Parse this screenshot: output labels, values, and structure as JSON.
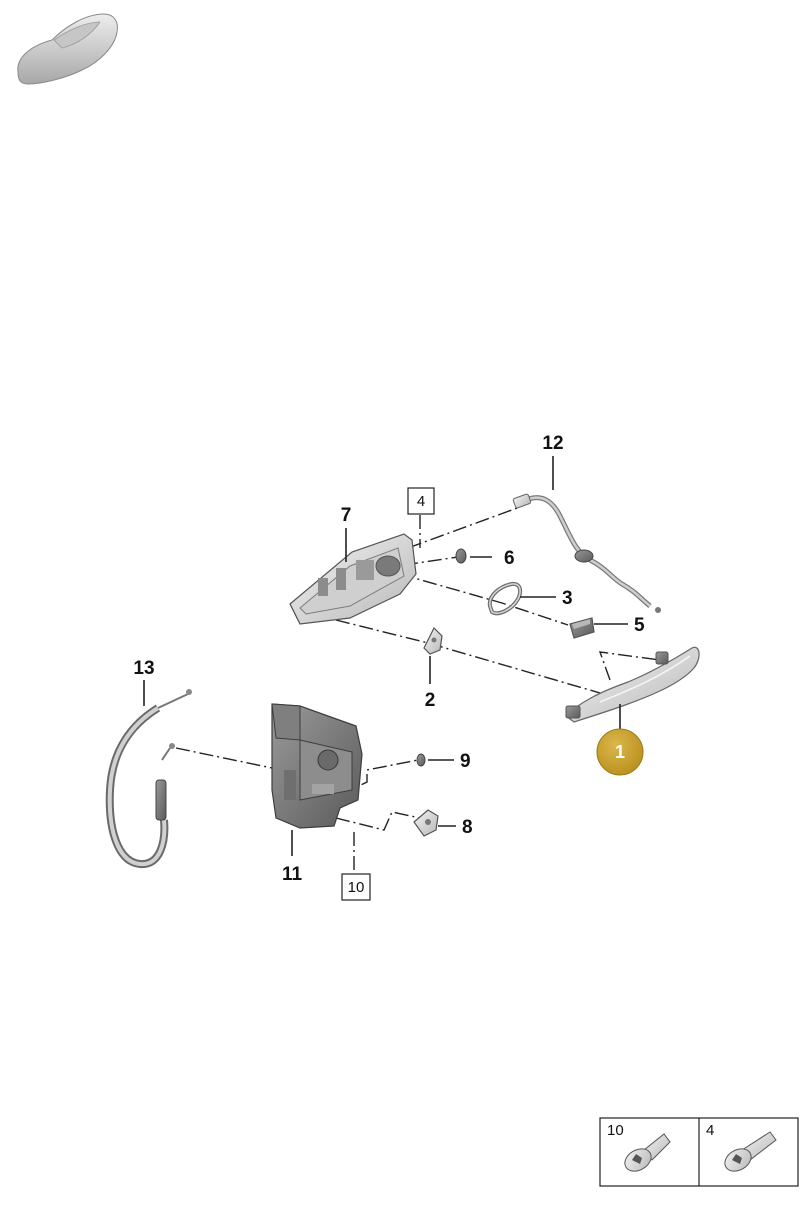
{
  "callouts": {
    "c1": "1",
    "c2": "2",
    "c3": "3",
    "c4": "4",
    "c5": "5",
    "c6": "6",
    "c7": "7",
    "c8": "8",
    "c9": "9",
    "c10": "10",
    "c11": "11",
    "c12": "12",
    "c13": "13"
  },
  "highlight": {
    "number": "1",
    "color": "#C9A227"
  },
  "legend": {
    "left_label": "10",
    "right_label": "4"
  },
  "colors": {
    "part_fill": "#dcdcdc",
    "line": "#222222"
  },
  "icons": {
    "thumbnail": "car-thumbnail-icon",
    "bolt": "bolt-icon"
  }
}
